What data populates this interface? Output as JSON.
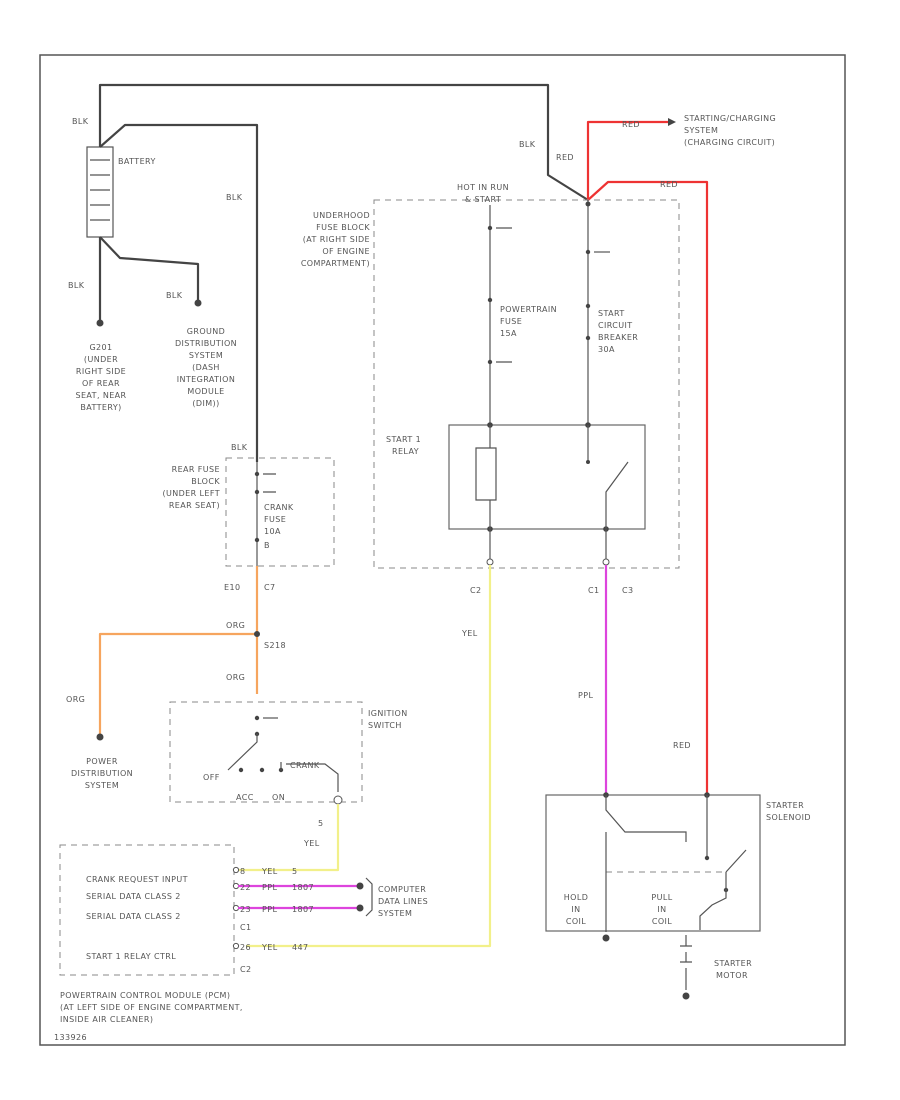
{
  "colors": {
    "black": "#444444",
    "red": "#ee3333",
    "orange": "#f6a55e",
    "yellow": "#f2f08a",
    "purple": "#dd44dd"
  },
  "wire_labels": {
    "blk": "BLK",
    "red": "RED",
    "org": "ORG",
    "yel": "YEL",
    "ppl": "PPL"
  },
  "battery": {
    "label": "BATTERY"
  },
  "ground_g201": {
    "lines": [
      "G201",
      "(UNDER",
      "RIGHT SIDE",
      "OF REAR",
      "SEAT, NEAR",
      "BATTERY)"
    ]
  },
  "ground_dist": {
    "lines": [
      "GROUND",
      "DISTRIBUTION",
      "SYSTEM",
      "(DASH",
      "INTEGRATION",
      "MODULE",
      "(DIM))"
    ]
  },
  "charging": {
    "lines": [
      "STARTING/CHARGING",
      "SYSTEM",
      "(CHARGING CIRCUIT)"
    ]
  },
  "underhood": {
    "lines": [
      "UNDERHOOD",
      "FUSE BLOCK",
      "(AT RIGHT SIDE",
      "OF ENGINE",
      "COMPARTMENT)"
    ],
    "hot_label": [
      "HOT IN RUN",
      "& START"
    ]
  },
  "powertrain_fuse": {
    "lines": [
      "POWERTRAIN",
      "FUSE",
      "15A"
    ]
  },
  "start_breaker": {
    "lines": [
      "START",
      "CIRCUIT",
      "BREAKER",
      "30A"
    ]
  },
  "start_relay": {
    "lines": [
      "START 1",
      "RELAY"
    ]
  },
  "rear_fuse_block": {
    "lines": [
      "REAR FUSE",
      "BLOCK",
      "(UNDER LEFT",
      "REAR SEAT)"
    ],
    "fuse": [
      "CRANK",
      "FUSE",
      "10A"
    ],
    "conn_upper": "B"
  },
  "connectors": {
    "c7": "C7",
    "e10": "E10",
    "s218": "S218",
    "c2": "C2",
    "c1": "C1",
    "c3": "C3"
  },
  "power_dist": {
    "lines": [
      "POWER",
      "DISTRIBUTION",
      "SYSTEM"
    ]
  },
  "ignition": {
    "lines": [
      "IGNITION",
      "SWITCH"
    ],
    "off": "OFF",
    "acc": "ACC",
    "crank": "CRANK",
    "on": "ON",
    "pin": "5"
  },
  "pcm": {
    "rows": [
      "CRANK REQUEST INPUT",
      "SERIAL DATA CLASS 2",
      "SERIAL DATA CLASS 2",
      "START 1 RELAY CTRL"
    ],
    "pins": [
      "8",
      "22",
      "23",
      "26"
    ],
    "circuits": [
      "5",
      "1807",
      "1807",
      "447"
    ],
    "wires": [
      "YEL",
      "PPL",
      "PPL",
      "YEL"
    ],
    "c1": "C1",
    "c2": "C2",
    "caption": [
      "POWERTRAIN CONTROL MODULE (PCM)",
      "(AT LEFT SIDE OF ENGINE COMPARTMENT,",
      "INSIDE AIR CLEANER)"
    ]
  },
  "computer_data": {
    "lines": [
      "COMPUTER",
      "DATA LINES",
      "SYSTEM"
    ]
  },
  "starter_solenoid": {
    "lines": [
      "STARTER",
      "SOLENOID"
    ],
    "hold": [
      "HOLD",
      "IN",
      "COIL"
    ],
    "pull": [
      "PULL",
      "IN",
      "COIL"
    ]
  },
  "starter_motor": {
    "lines": [
      "STARTER",
      "MOTOR"
    ]
  },
  "figure_id": "133926"
}
